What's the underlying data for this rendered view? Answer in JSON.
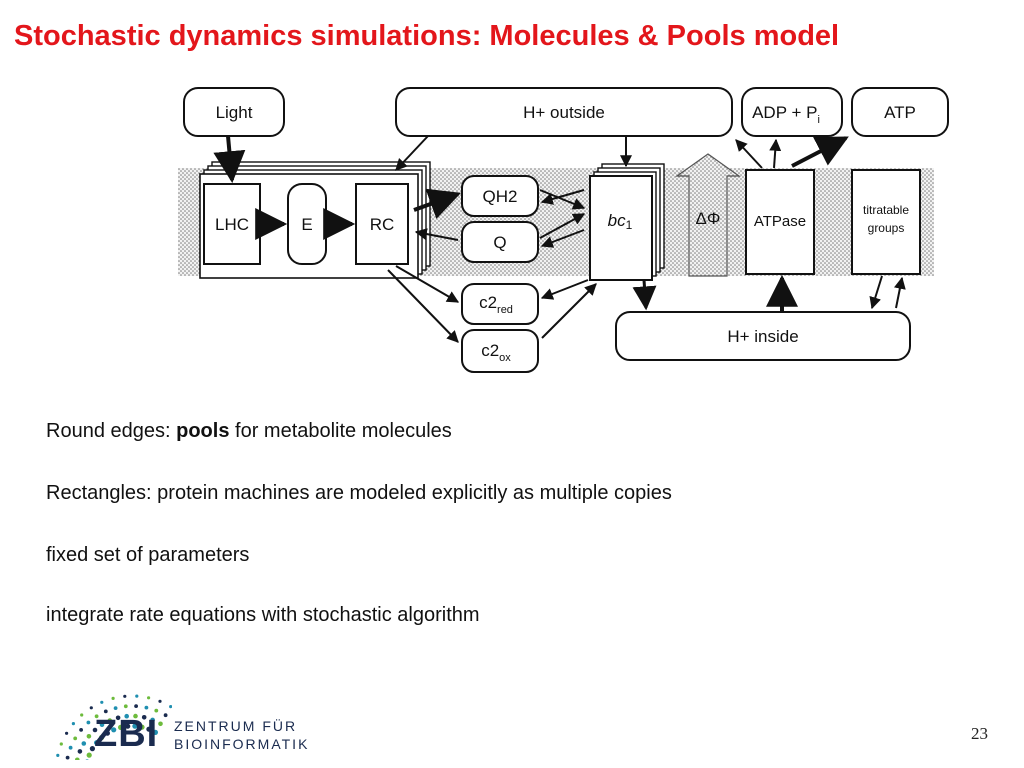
{
  "slide": {
    "title": "Stochastic dynamics simulations: Molecules & Pools model",
    "page_number": "23"
  },
  "diagram": {
    "pools": {
      "light": "Light",
      "h_outside": "H+ outside",
      "adp": "ADP + P",
      "adp_sub": "i",
      "atp": "ATP",
      "qh2": "QH2",
      "q": "Q",
      "c2red": "c2",
      "c2red_sub": "red",
      "c2ox": "c2",
      "c2ox_sub": "ox",
      "h_inside": "H+ inside",
      "energy": "E"
    },
    "machines": {
      "lhc": "LHC",
      "rc": "RC",
      "bc1": "bc",
      "bc1_sub": "1",
      "atpase": "ATPase",
      "titratable_1": "titratable",
      "titratable_2": "groups"
    },
    "membrane_potential": "ΔΦ"
  },
  "bullets": {
    "line1_prefix": "Round edges: ",
    "line1_bold": "pools",
    "line1_suffix": " for metabolite molecules",
    "line2": "Rectangles: protein machines are modeled explicitly as multiple copies",
    "line3": "fixed set of parameters",
    "line4": "integrate rate equations with stochastic algorithm"
  },
  "logo": {
    "abbrev": "ZBI",
    "line1": "ZENTRUM FÜR",
    "line2": "BIOINFORMATIK",
    "colors": [
      "#1a2b4f",
      "#1f8fb0",
      "#6dbb3c"
    ]
  },
  "colors": {
    "title": "#e3161b",
    "diagram_stroke": "#111111",
    "membrane": "#d8d8d8"
  }
}
